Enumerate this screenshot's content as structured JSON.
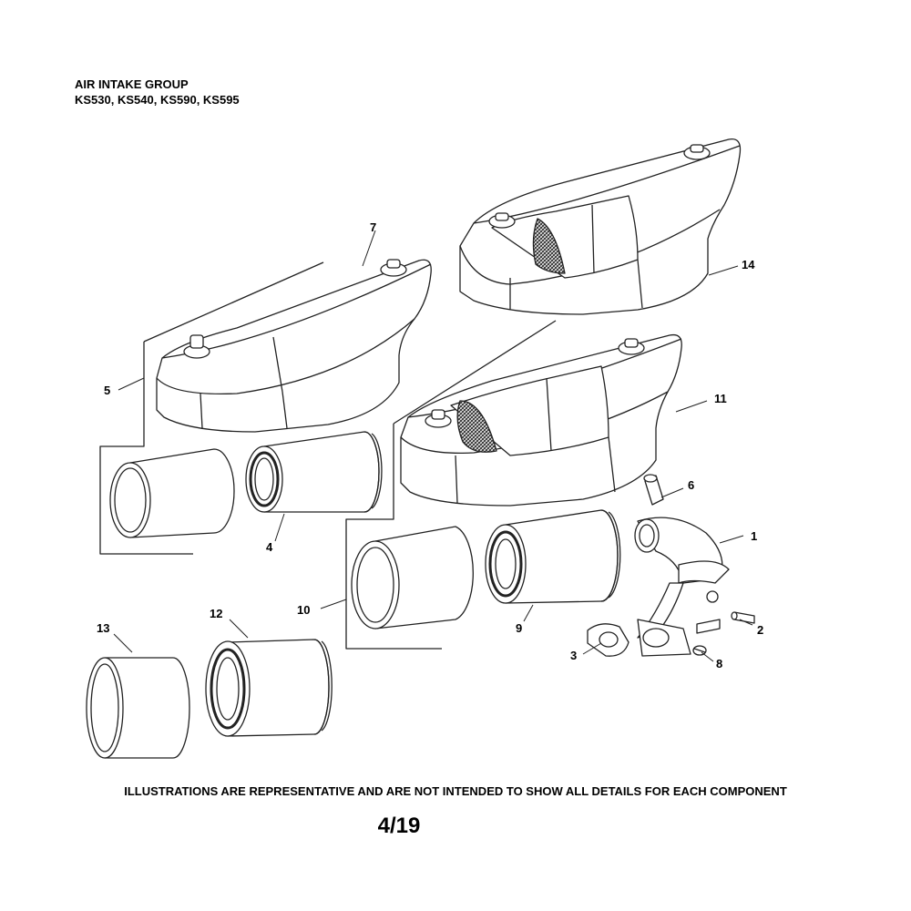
{
  "header": {
    "title": "AIR INTAKE GROUP",
    "models": "KS530, KS540, KS590, KS595"
  },
  "callouts": [
    {
      "number": "1"
    },
    {
      "number": "2"
    },
    {
      "number": "3"
    },
    {
      "number": "4"
    },
    {
      "number": "5"
    },
    {
      "number": "6"
    },
    {
      "number": "7"
    },
    {
      "number": "8"
    },
    {
      "number": "9"
    },
    {
      "number": "10"
    },
    {
      "number": "11"
    },
    {
      "number": "12"
    },
    {
      "number": "13"
    },
    {
      "number": "14"
    }
  ],
  "footer": {
    "disclaimer": "ILLUSTRATIONS ARE REPRESENTATIVE AND ARE NOT INTENDED TO SHOW ALL DETAILS FOR EACH COMPONENT",
    "page": "4/19"
  },
  "colors": {
    "line": "#222222",
    "mesh": "#444444",
    "fill": "#ffffff"
  }
}
